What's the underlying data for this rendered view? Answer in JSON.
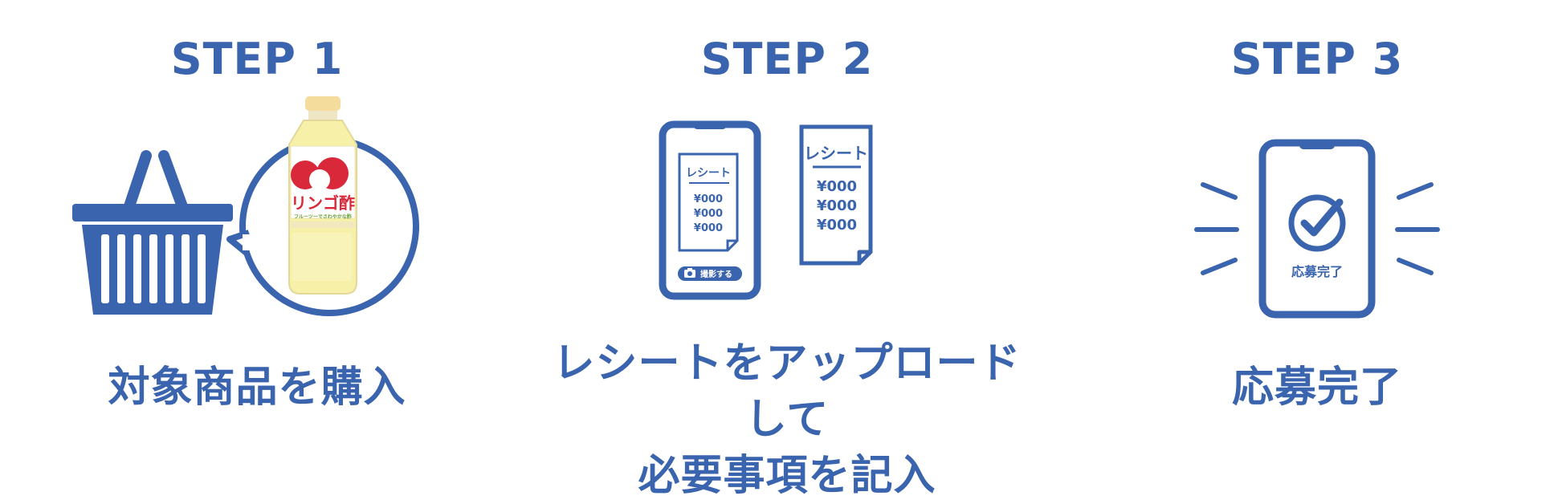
{
  "colors": {
    "accent": "#3a64ad",
    "bottle_liquid": "#f6f0a8",
    "bottle_cap": "#f3dc9c",
    "label_red": "#d8283a",
    "background": "#ffffff"
  },
  "steps": [
    {
      "title": "STEP 1",
      "caption": "対象商品を購入",
      "icons": [
        "shopping-basket-icon",
        "speech-bubble-icon",
        "vinegar-bottle-image"
      ],
      "product_label": {
        "brand": "リンゴ酢",
        "tagline": "フルーツ一でさわやかな酢"
      }
    },
    {
      "title": "STEP 2",
      "caption_lines": [
        "レシートをアップロードして",
        "必要事項を記入"
      ],
      "icons": [
        "smartphone-icon",
        "receipt-icon",
        "camera-icon"
      ],
      "phone_receipt": {
        "title": "レシート",
        "amounts": [
          "¥000",
          "¥000",
          "¥000"
        ],
        "capture_button": "撮影する"
      },
      "paper_receipt": {
        "title": "レシート",
        "amounts": [
          "¥000",
          "¥000",
          "¥000"
        ]
      }
    },
    {
      "title": "STEP 3",
      "caption": "応募完了",
      "icons": [
        "smartphone-icon",
        "checkmark-circle-icon"
      ],
      "phone_label": "応募完了"
    }
  ]
}
